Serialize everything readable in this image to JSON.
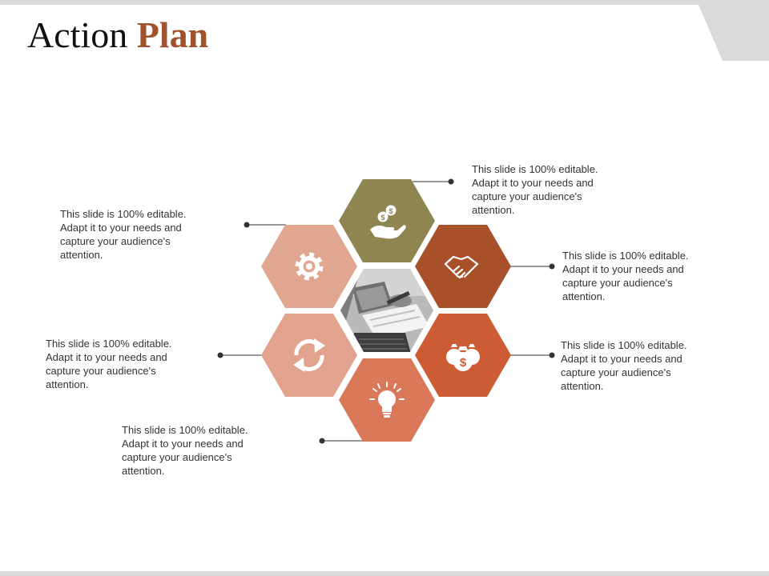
{
  "title": {
    "word1": "Action",
    "word2": "Plan"
  },
  "colors": {
    "accent": "#a0522d",
    "olive": "#8e8551",
    "rust": "#a8502a",
    "orange": "#cd5c35",
    "coral": "#d9795a",
    "peach": "#e0a690",
    "salmon": "#e1a38e",
    "connector": "#333333"
  },
  "callouts": [
    {
      "id": "top-right",
      "text": "This slide is 100% editable. Adapt it to your needs and capture your audience's attention."
    },
    {
      "id": "right-upper",
      "text": "This slide is 100% editable. Adapt it to your needs and capture your audience's attention."
    },
    {
      "id": "right-lower",
      "text": "This slide is 100% editable. Adapt it to your needs and capture your audience's attention."
    },
    {
      "id": "left-upper",
      "text": "This slide is 100% editable. Adapt it to your needs and capture your audience's attention."
    },
    {
      "id": "left-lower",
      "text": "This slide is 100% editable. Adapt it to your needs and capture your audience's attention."
    },
    {
      "id": "bottom-left",
      "text": "This slide is 100% editable. Adapt it to your needs and capture your audience's attention."
    }
  ],
  "icons": [
    "money-hand-icon",
    "handshake-icon",
    "money-bags-icon",
    "lightbulb-icon",
    "refresh-icon",
    "gear-icon",
    "laptop-photo"
  ]
}
